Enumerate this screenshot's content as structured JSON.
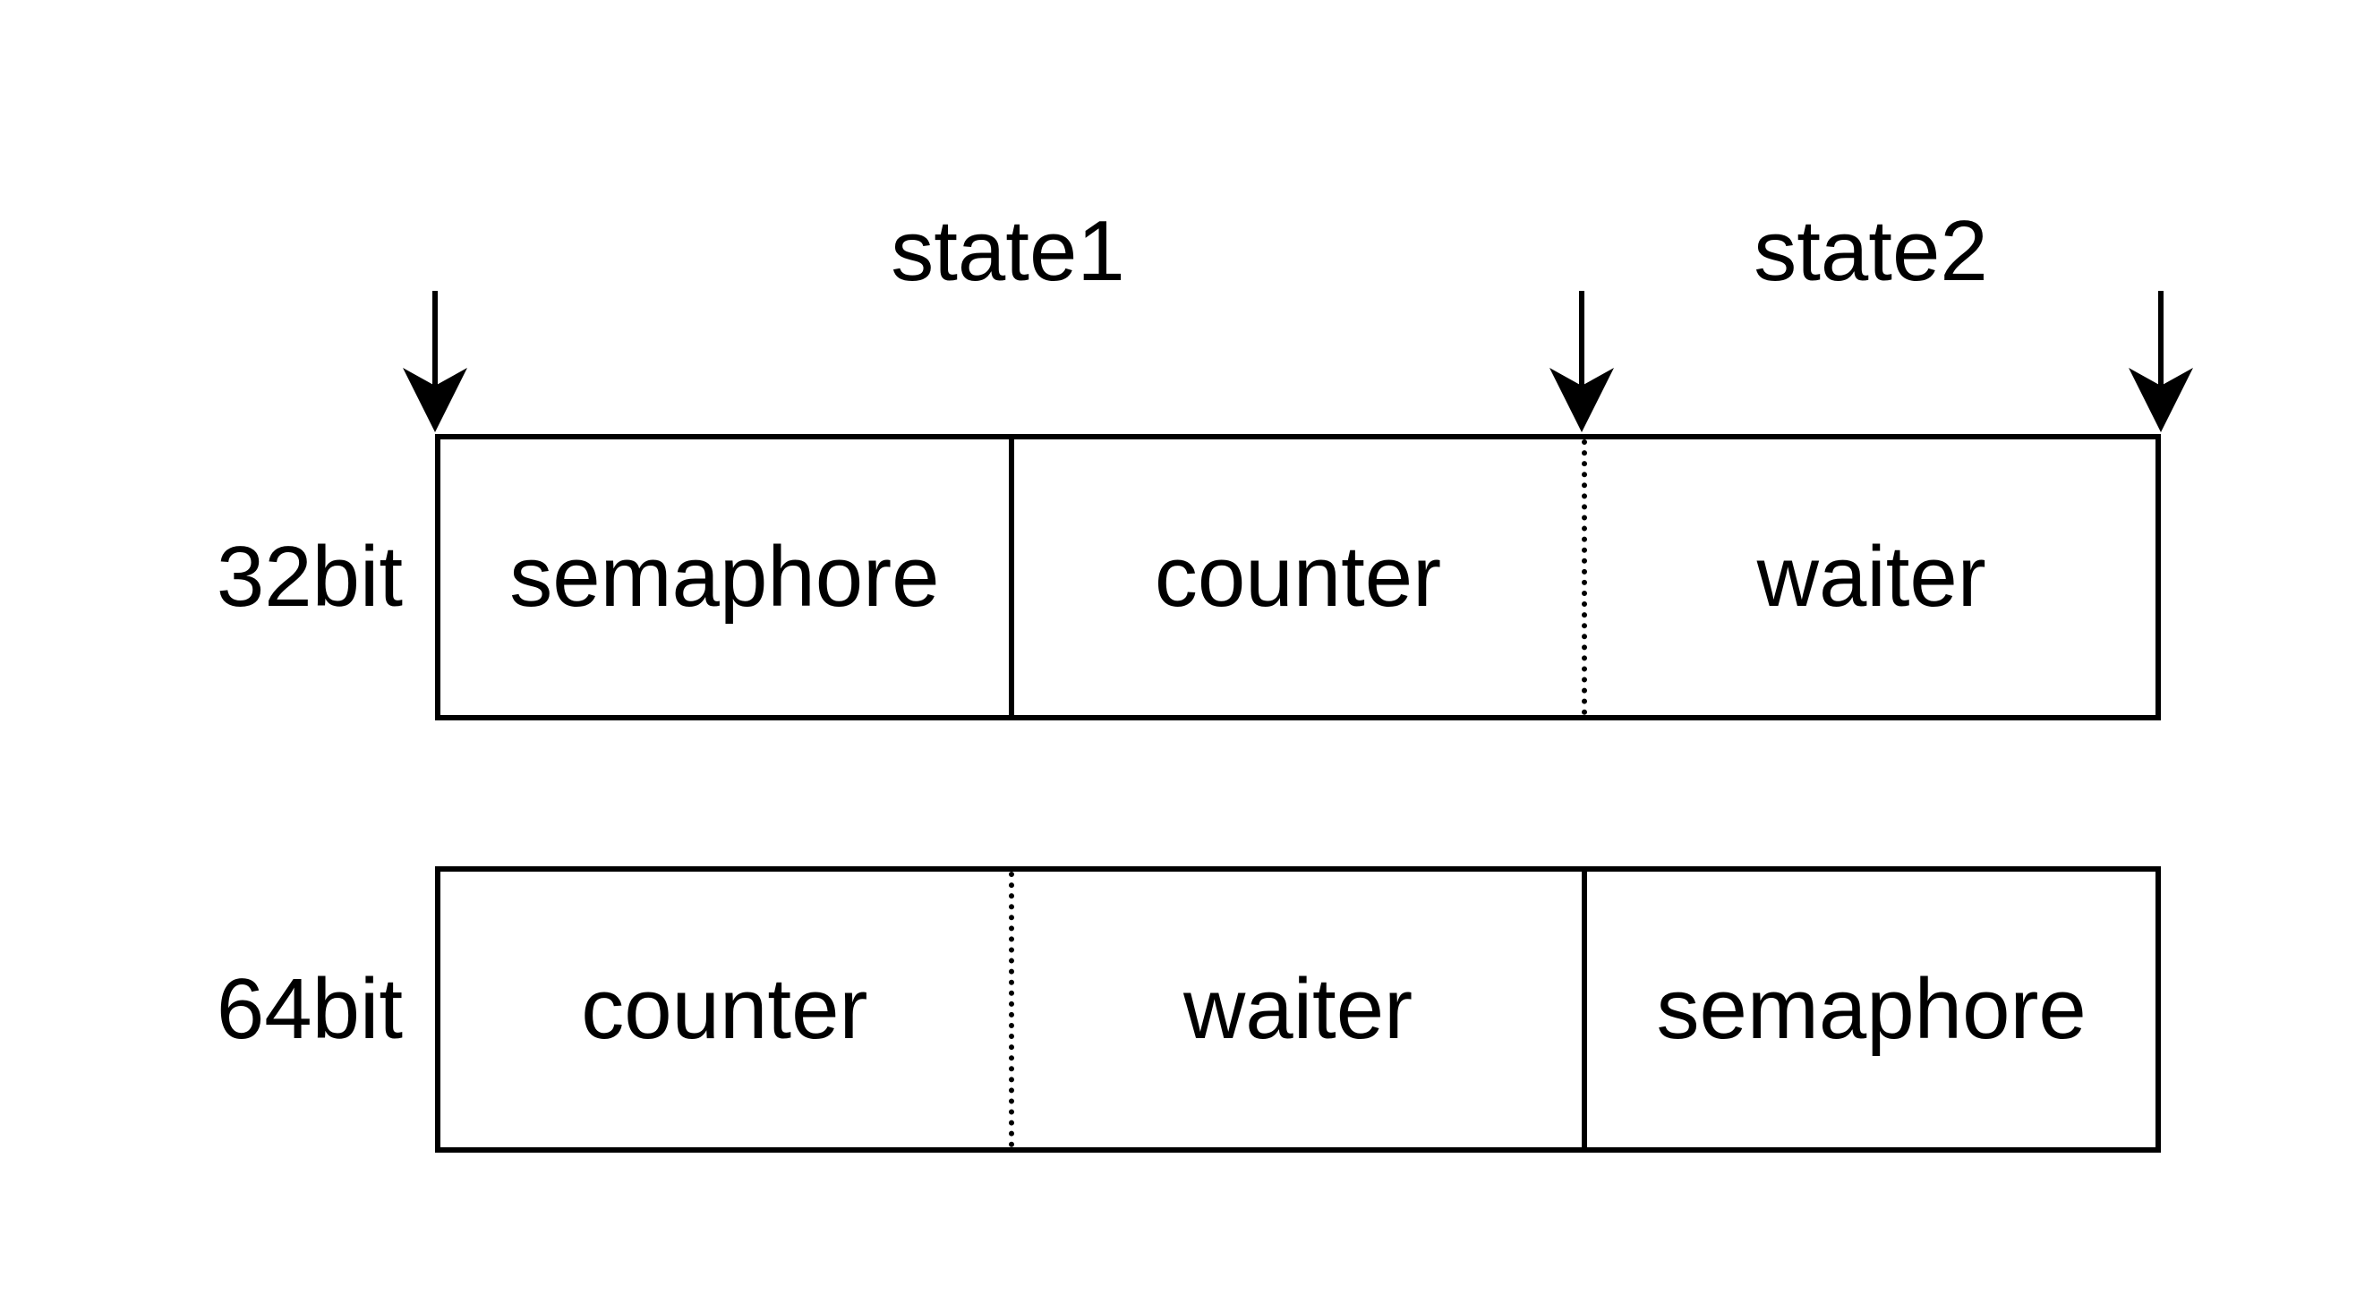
{
  "diagram": {
    "state_labels": [
      "state1",
      "state2"
    ],
    "rows": [
      {
        "label": "32bit",
        "cells": [
          {
            "label": "semaphore",
            "separator": "solid"
          },
          {
            "label": "counter",
            "separator": "dotted"
          },
          {
            "label": "waiter",
            "separator": "none"
          }
        ]
      },
      {
        "label": "64bit",
        "cells": [
          {
            "label": "counter",
            "separator": "dotted"
          },
          {
            "label": "waiter",
            "separator": "solid"
          },
          {
            "label": "semaphore",
            "separator": "none"
          }
        ]
      }
    ],
    "arrow_icon": "down-arrow-icon"
  }
}
